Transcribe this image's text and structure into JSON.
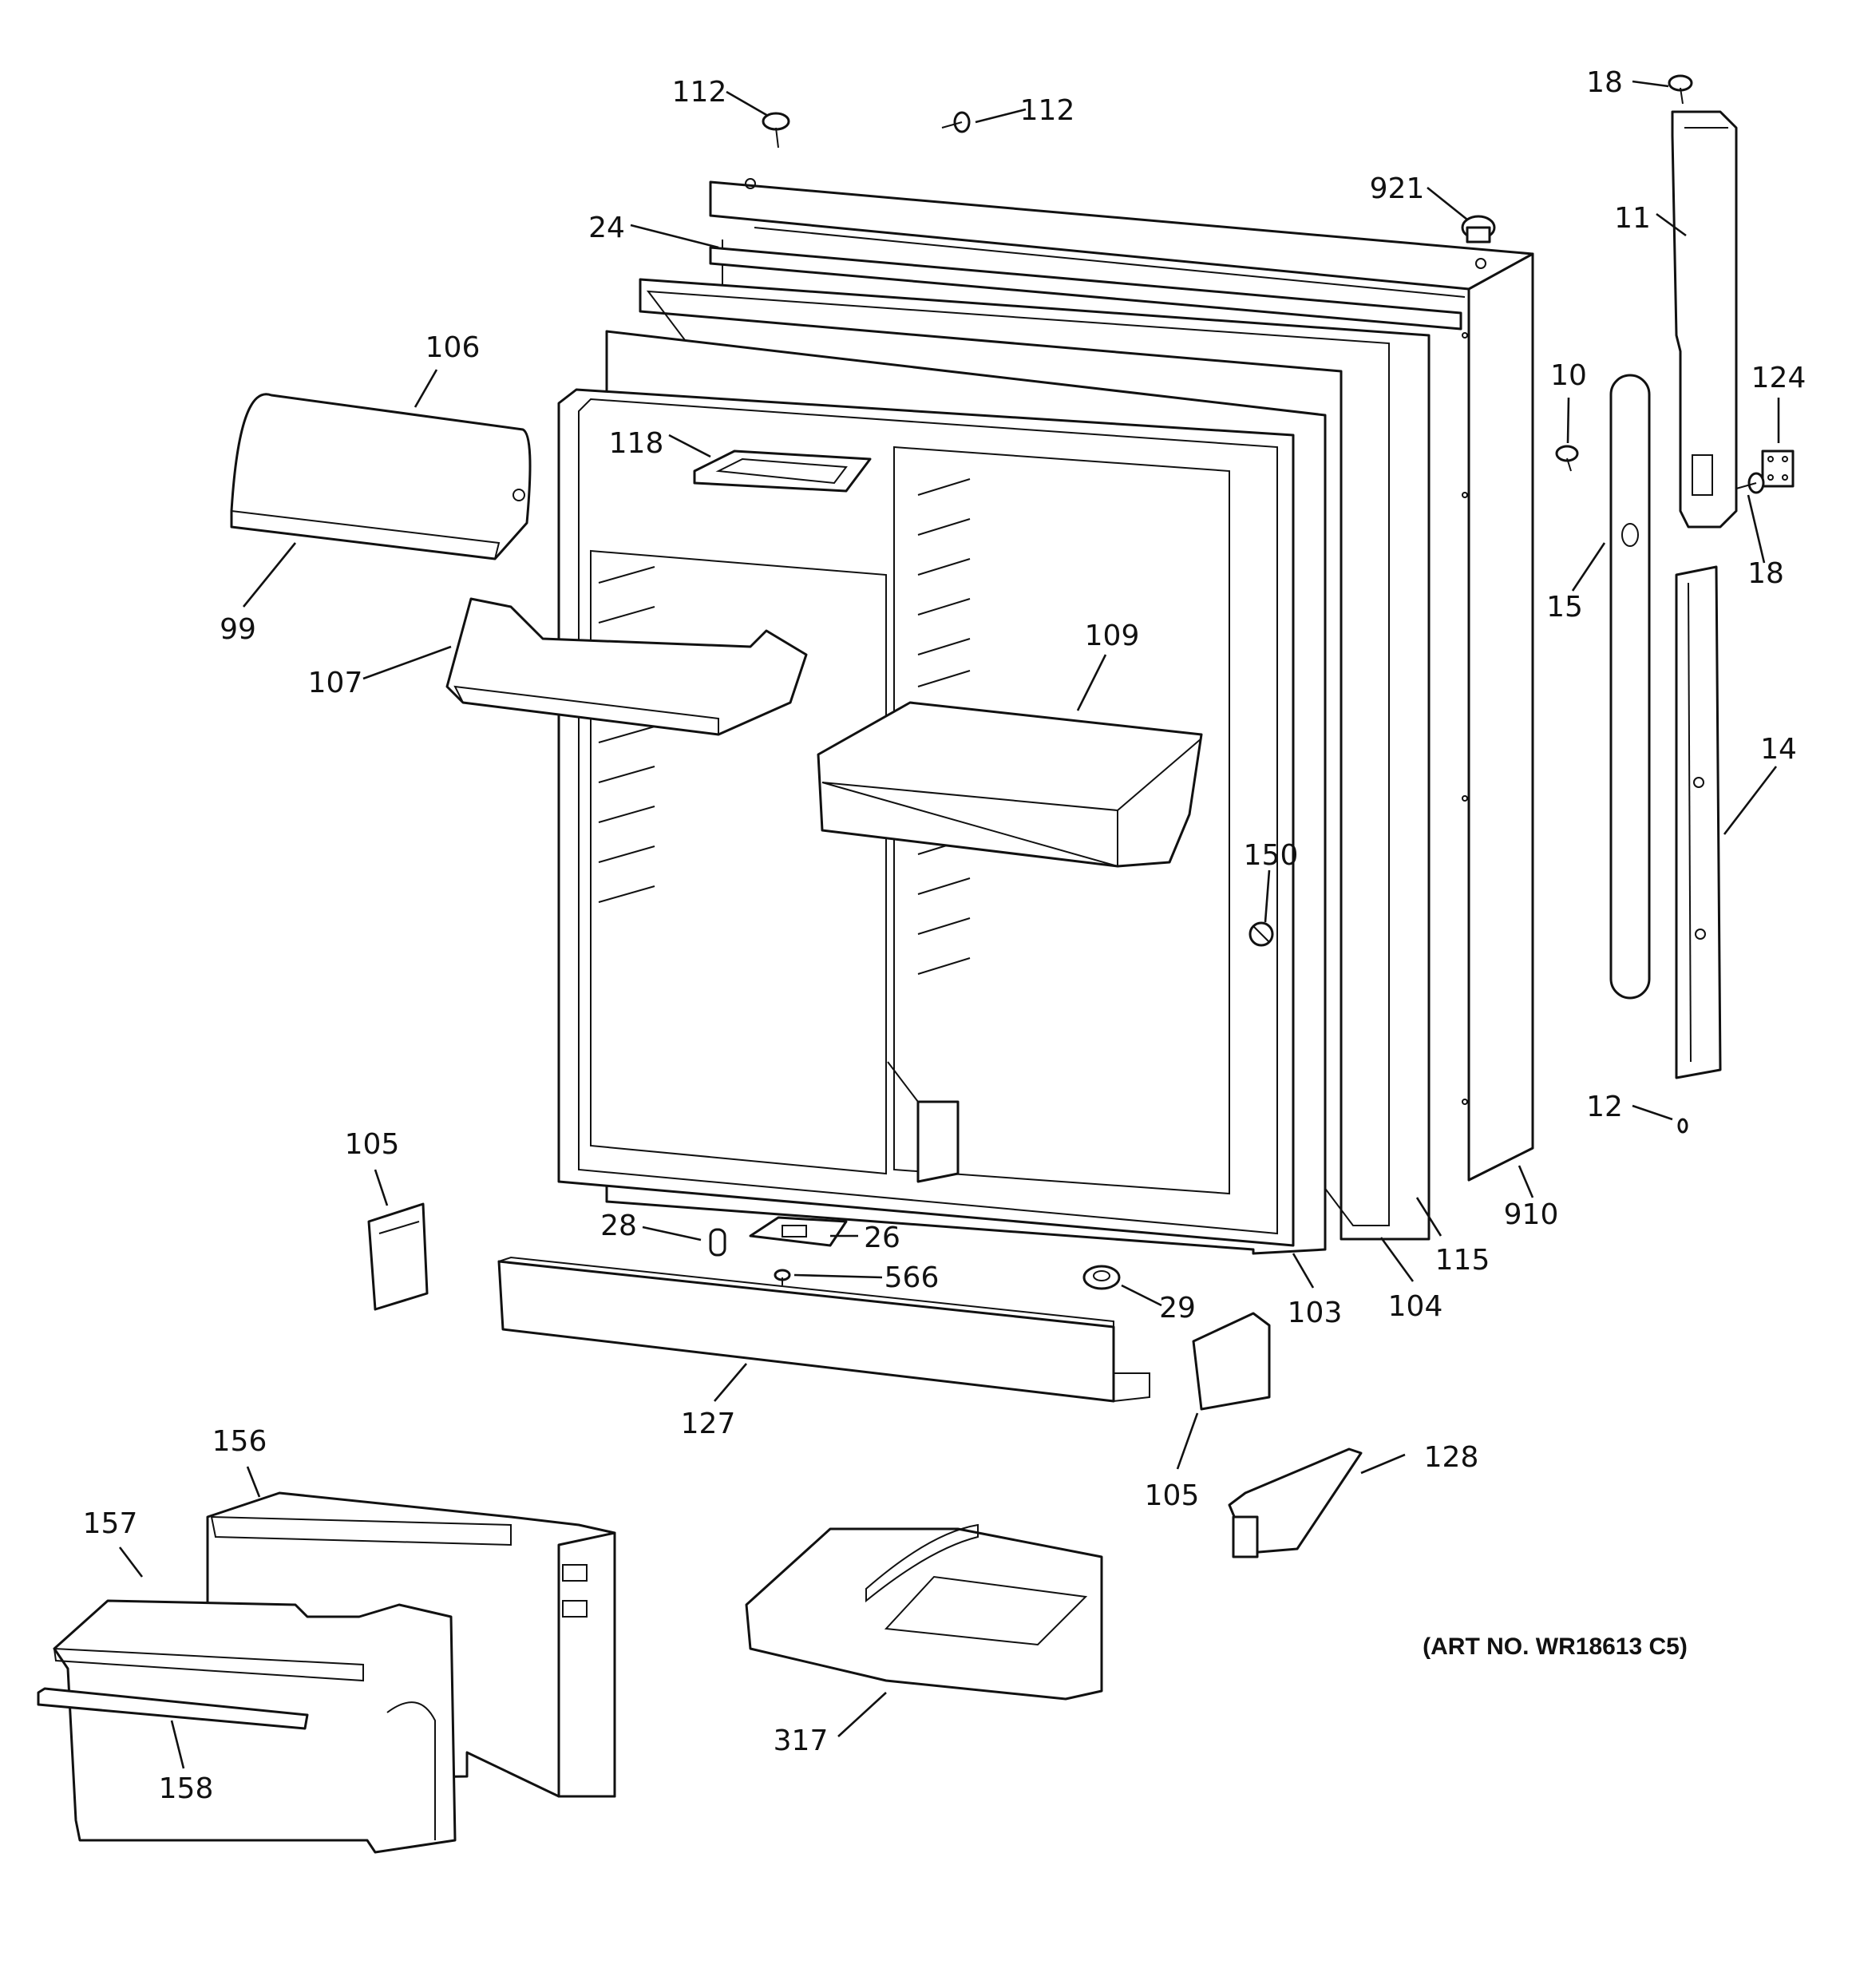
{
  "art_number": "(ART NO. WR18613 C5)",
  "callouts": {
    "c112a": "112",
    "c112b": "112",
    "c18a": "18",
    "c921": "921",
    "c24": "24",
    "c11": "11",
    "c106": "106",
    "c10": "10",
    "c124": "124",
    "c118": "118",
    "c18b": "18",
    "c99": "99",
    "c15": "15",
    "c109": "109",
    "c107": "107",
    "c14": "14",
    "c150": "150",
    "c12": "12",
    "c105a": "105",
    "c28": "28",
    "c26": "26",
    "c910": "910",
    "c566": "566",
    "c115": "115",
    "c29": "29",
    "c104": "104",
    "c103": "103",
    "c127": "127",
    "c105b": "105",
    "c156": "156",
    "c128": "128",
    "c157": "157",
    "c317": "317",
    "c158": "158"
  }
}
